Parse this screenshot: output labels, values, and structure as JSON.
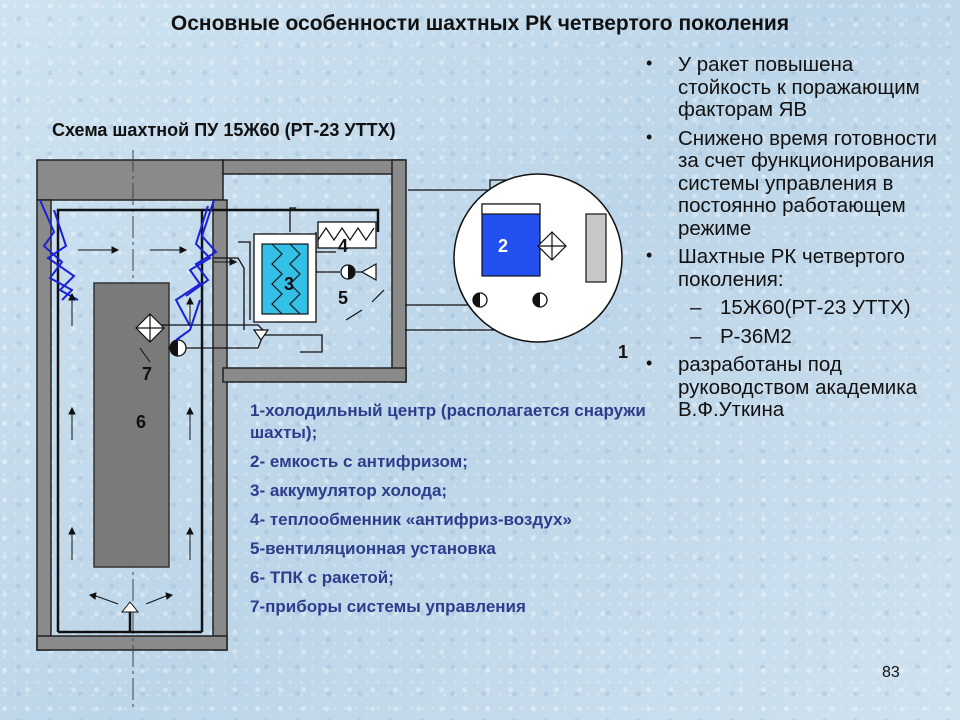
{
  "title": "Основные особенности шахтных РК четвертого поколения",
  "subtitle": "Схема шахтной ПУ  15Ж60 (РТ-23 УТТХ)",
  "diagram_labels": {
    "n1": "1",
    "n2": "2",
    "n3": "3",
    "n4": "4",
    "n5": "5",
    "n6": "6",
    "n7": "7"
  },
  "legend": [
    "1-холодильный центр (располагается снаружи шахты);",
    "2- емкость с антифризом;",
    "3- аккумулятор холода;",
    "4- теплообменник «антифриз-воздух»",
    "5-вентиляционная установка",
    "6- ТПК с ракетой;",
    "7-приборы системы управления"
  ],
  "bullets": {
    "b1": "У ракет повышена стойкость к поражающим факторам ЯВ",
    "b2": "Снижено время готовности за счет функционирования системы управления в постоянно работающем режиме",
    "b3": "Шахтные РК четвертого поколения:",
    "sub1": "15Ж60(РТ-23 УТТХ)",
    "sub2": "Р-36М2",
    "b4": "разработаны под руководством академика В.Ф.Уткина"
  },
  "bullet_symbol": "•",
  "dash_symbol": "–",
  "page_number": "83",
  "colors": {
    "accent_blue": "#2a2ae6",
    "container_blue": "#2350f0",
    "accumulator_cyan": "#33bfe6",
    "lightning_blue": "#1a22d8",
    "legend_text": "#2e3c8c",
    "silo_gray": "#8a8a8a",
    "rocket_gray": "#7a7a7a"
  }
}
